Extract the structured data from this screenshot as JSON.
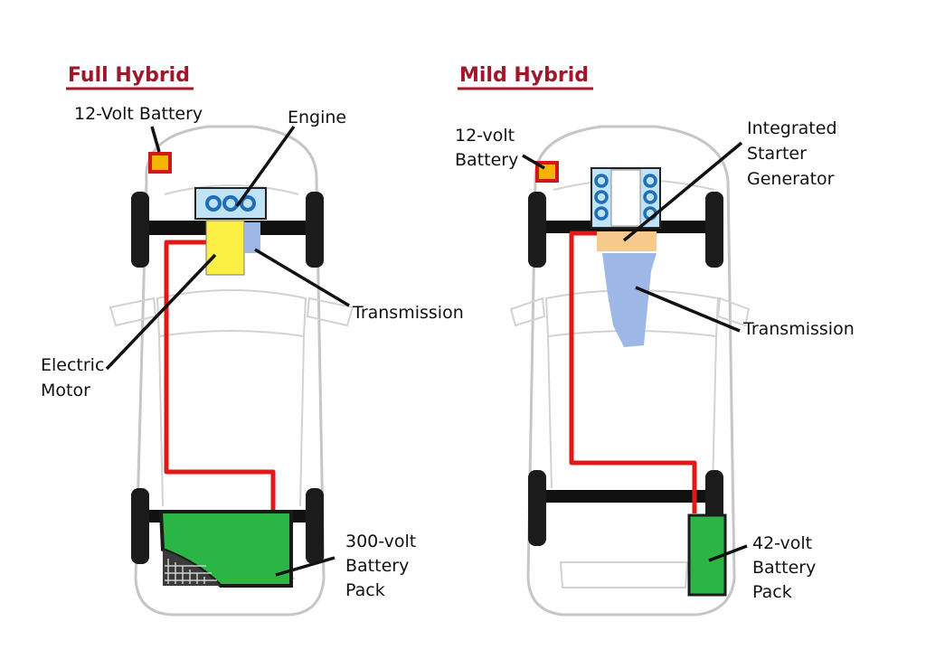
{
  "colors": {
    "title": "#a0162b",
    "wire": "#e01818",
    "battery12v_fill": "#f5b400",
    "battery12v_border": "#d01818",
    "engine_fill": "#bfe2f5",
    "engine_cyl": "#1f6fb8",
    "motor_fill": "#fbf043",
    "transmission_fill": "#9db8e6",
    "starter_generator_fill": "#f6c98e",
    "battery_pack_fill": "#2bb544",
    "axle": "#111111"
  },
  "full_hybrid": {
    "title": "Full Hybrid",
    "labels": {
      "battery_12v": "12-Volt Battery",
      "engine": "Engine",
      "transmission": "Transmission",
      "electric_motor": [
        "Electric",
        "Motor"
      ],
      "battery_pack": [
        "300-volt",
        "Battery",
        "Pack"
      ]
    }
  },
  "mild_hybrid": {
    "title": "Mild Hybrid",
    "labels": {
      "battery_12v": [
        "12-volt",
        "Battery"
      ],
      "starter_generator": [
        "Integrated",
        "Starter",
        "Generator"
      ],
      "transmission": "Transmission",
      "battery_pack": [
        "42-volt",
        "Battery",
        "Pack"
      ]
    }
  }
}
